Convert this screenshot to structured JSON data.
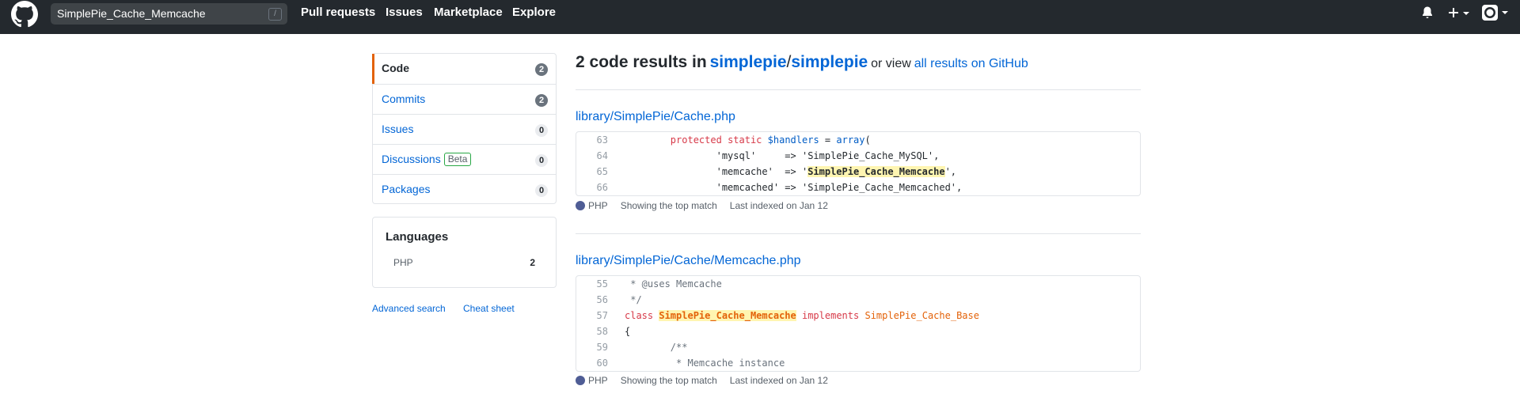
{
  "header": {
    "search_value": "SimplePie_Cache_Memcache",
    "slash_hint": "/",
    "nav": [
      "Pull requests",
      "Issues",
      "Marketplace",
      "Explore"
    ],
    "icons": [
      "bell-icon",
      "plus-icon",
      "avatar"
    ]
  },
  "sidebar": {
    "items": [
      {
        "label": "Code",
        "count": "2",
        "selected": true
      },
      {
        "label": "Commits",
        "count": "2"
      },
      {
        "label": "Issues",
        "count": "0"
      },
      {
        "label": "Discussions",
        "badge": "Beta",
        "count": "0"
      },
      {
        "label": "Packages",
        "count": "0"
      }
    ],
    "languages_title": "Languages",
    "languages": [
      {
        "name": "PHP",
        "count": "2",
        "color": "#4F5D95"
      }
    ],
    "advanced_search": "Advanced search",
    "cheat_sheet": "Cheat sheet"
  },
  "results": {
    "count_text": "2 code results in",
    "repo_owner": "simplepie",
    "repo_sep": "/",
    "repo_name": "simplepie",
    "or_view": "or view",
    "all_results": "all results on GitHub",
    "items": [
      {
        "path": "library/SimplePie/Cache.php",
        "lines": [
          {
            "n": "63",
            "segs": [
              [
                "",
                "\t"
              ],
              [
                "kw",
                "protected"
              ],
              [
                "",
                " "
              ],
              [
                "kw",
                "static"
              ],
              [
                "",
                " "
              ],
              [
                "fn",
                "$handlers"
              ],
              [
                "",
                " = "
              ],
              [
                "fn",
                "array"
              ],
              [
                "",
                "("
              ]
            ]
          },
          {
            "n": "64",
            "segs": [
              [
                "",
                "\t\t'mysql'     => 'SimplePie_Cache_MySQL',"
              ]
            ]
          },
          {
            "n": "65",
            "segs": [
              [
                "",
                "\t\t'memcache'  => '"
              ],
              [
                "hl",
                "SimplePie_Cache_Memcache"
              ],
              [
                "",
                "',"
              ]
            ]
          },
          {
            "n": "66",
            "segs": [
              [
                "",
                "\t\t'memcached' => 'SimplePie_Cache_Memcached',"
              ]
            ]
          }
        ],
        "language": "PHP",
        "match": "Showing the top match",
        "indexed": "Last indexed on Jan 12"
      },
      {
        "path": "library/SimplePie/Cache/Memcache.php",
        "lines": [
          {
            "n": "55",
            "segs": [
              [
                "com",
                " * @uses Memcache"
              ]
            ]
          },
          {
            "n": "56",
            "segs": [
              [
                "com",
                " */"
              ]
            ]
          },
          {
            "n": "57",
            "segs": [
              [
                "kw",
                "class"
              ],
              [
                "",
                " "
              ],
              [
                "hl cls",
                "SimplePie_Cache_Memcache"
              ],
              [
                "",
                " "
              ],
              [
                "kw",
                "implements"
              ],
              [
                "",
                " "
              ],
              [
                "cls",
                "SimplePie_Cache_Base"
              ]
            ]
          },
          {
            "n": "58",
            "segs": [
              [
                "",
                "{"
              ]
            ]
          },
          {
            "n": "59",
            "segs": [
              [
                "com",
                "\t/**"
              ]
            ]
          },
          {
            "n": "60",
            "segs": [
              [
                "com",
                "\t * Memcache instance"
              ]
            ]
          }
        ],
        "language": "PHP",
        "match": "Showing the top match",
        "indexed": "Last indexed on Jan 12"
      }
    ]
  }
}
